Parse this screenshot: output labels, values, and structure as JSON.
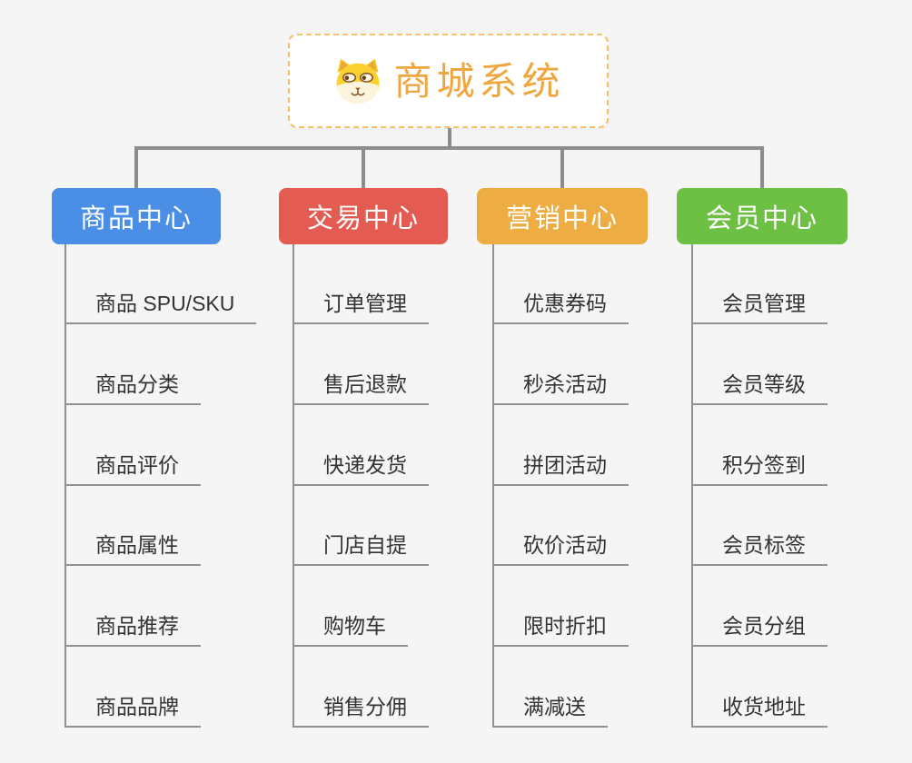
{
  "root": {
    "title": "商城系统",
    "icon": "dog-face-icon",
    "title_color": "#f0a63e",
    "border_color": "#f4c06c"
  },
  "branches": [
    {
      "label": "商品中心",
      "color": "#4a8ee5",
      "items": [
        "商品 SPU/SKU",
        "商品分类",
        "商品评价",
        "商品属性",
        "商品推荐",
        "商品品牌"
      ]
    },
    {
      "label": "交易中心",
      "color": "#e45b52",
      "items": [
        "订单管理",
        "售后退款",
        "快递发货",
        "门店自提",
        "购物车",
        "销售分佣"
      ]
    },
    {
      "label": "营销中心",
      "color": "#edad42",
      "items": [
        "优惠券码",
        "秒杀活动",
        "拼团活动",
        "砍价活动",
        "限时折扣",
        "满减送"
      ]
    },
    {
      "label": "会员中心",
      "color": "#6dc044",
      "items": [
        "会员管理",
        "会员等级",
        "积分签到",
        "会员标签",
        "会员分组",
        "收货地址"
      ]
    }
  ],
  "colors": {
    "background": "#f5f5f5",
    "connector": "#8c8c8c",
    "leaf_line": "#919191",
    "leaf_text": "#333333"
  }
}
